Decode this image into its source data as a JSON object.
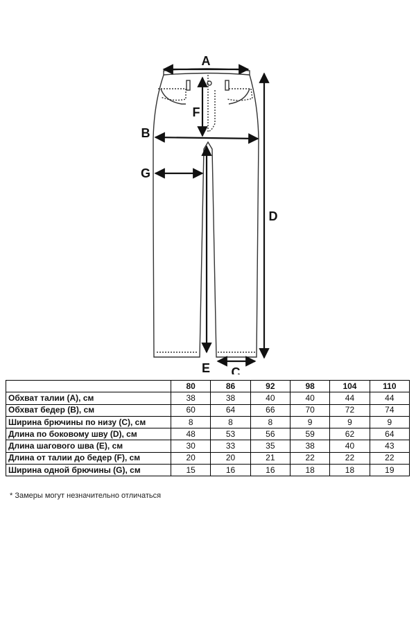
{
  "diagram": {
    "labels": {
      "a": "A",
      "b": "B",
      "c": "C",
      "d": "D",
      "e": "E",
      "f": "F",
      "g": "G"
    }
  },
  "table": {
    "header_blank": "",
    "sizes": [
      "80",
      "86",
      "92",
      "98",
      "104",
      "110"
    ],
    "rows": [
      {
        "label": "Обхват талии (A), см",
        "values": [
          "38",
          "38",
          "40",
          "40",
          "44",
          "44"
        ]
      },
      {
        "label": "Обхват бедер (B), см",
        "values": [
          "60",
          "64",
          "66",
          "70",
          "72",
          "74"
        ]
      },
      {
        "label": "Ширина брючины по низу (C), см",
        "values": [
          "8",
          "8",
          "8",
          "9",
          "9",
          "9"
        ]
      },
      {
        "label": "Длина по боковому шву (D), см",
        "values": [
          "48",
          "53",
          "56",
          "59",
          "62",
          "64"
        ]
      },
      {
        "label": "Длина шагового шва (E), см",
        "values": [
          "30",
          "33",
          "35",
          "38",
          "40",
          "43"
        ]
      },
      {
        "label": "Длина от талии до бедер (F), см",
        "values": [
          "20",
          "20",
          "21",
          "22",
          "22",
          "22"
        ]
      },
      {
        "label": "Ширина одной брючины (G), см",
        "values": [
          "15",
          "16",
          "16",
          "18",
          "18",
          "19"
        ]
      }
    ]
  },
  "footnote": "* Замеры могут незначительно отличаться"
}
